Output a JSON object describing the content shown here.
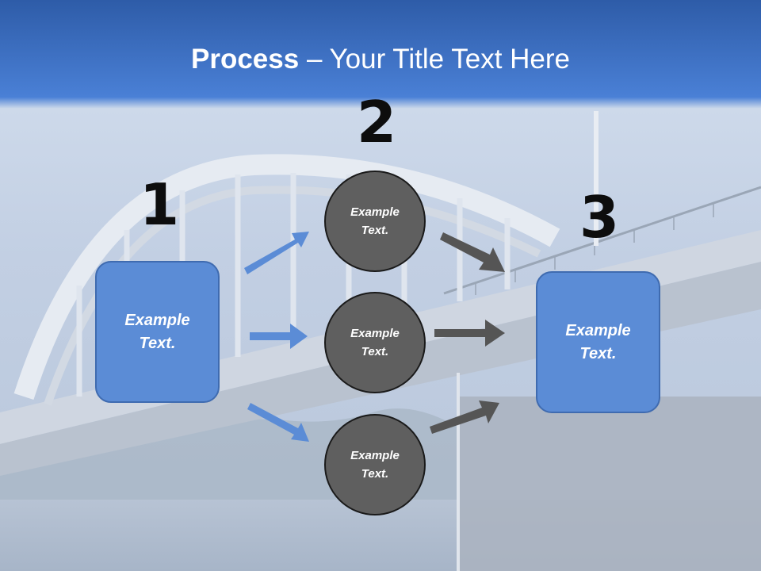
{
  "title": {
    "bold": "Process",
    "rest": " – Your Title Text Here"
  },
  "steps": [
    "1",
    "2",
    "3"
  ],
  "left_box": {
    "text": "Example Text."
  },
  "right_box": {
    "text": "Example Text."
  },
  "circles": [
    {
      "text": "Example Text."
    },
    {
      "text": "Example Text."
    },
    {
      "text": "Example Text."
    }
  ],
  "colors": {
    "header_blue": "#3f72c4",
    "box_fill": "#5b8cd6",
    "circle_fill": "#5f5f5f",
    "left_arrow": "#5b8cd6",
    "right_arrow": "#555555"
  },
  "background": "bridge-photo"
}
